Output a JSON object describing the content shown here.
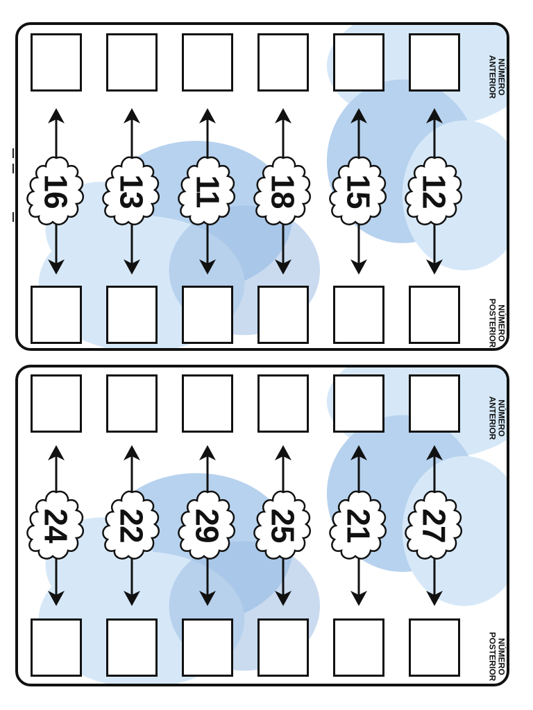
{
  "colors": {
    "border": "#111111",
    "cloud_light": "#d6e8f8",
    "cloud_mid": "#b7d2ee",
    "cloud_dark": "#9fbde3",
    "box_fill": "#ffffff"
  },
  "icons": [
    "cloud-icon",
    "double-arrow-icon"
  ],
  "worksheets": [
    {
      "label_top_line1": "NÚMERO",
      "label_top_line2": "ANTERIOR",
      "label_bottom_line1": "NÚMERO",
      "label_bottom_line2": "POSTERIOR",
      "numbers": [
        "16",
        "13",
        "11",
        "18",
        "15",
        "12"
      ]
    },
    {
      "label_top_line1": "NÚMERO",
      "label_top_line2": "ANTERIOR",
      "label_bottom_line1": "NÚMERO",
      "label_bottom_line2": "POSTERIOR",
      "numbers": [
        "24",
        "22",
        "29",
        "25",
        "21",
        "27"
      ]
    }
  ]
}
